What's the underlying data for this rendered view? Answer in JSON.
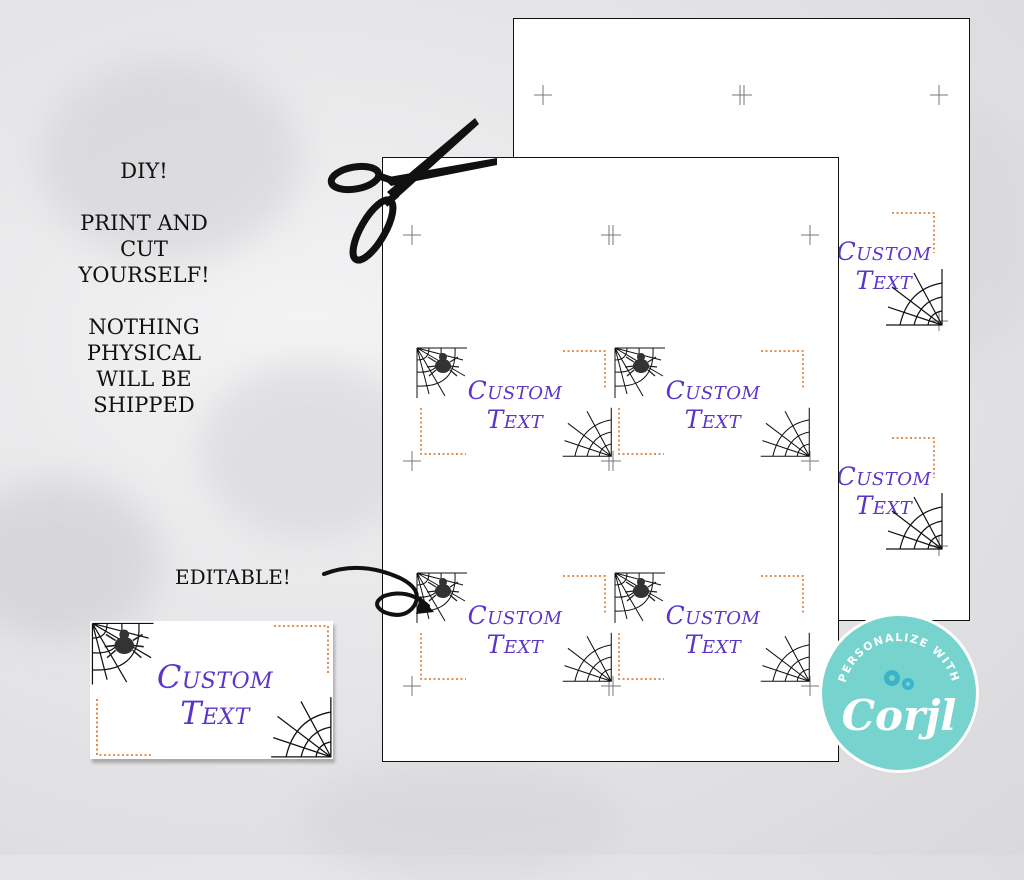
{
  "instructions": {
    "diy": "DIY!",
    "print": "PRINT AND\nCUT\nYOURSELF!",
    "nothing": "NOTHING\nPHYSICAL\nWILL BE\nSHIPPED"
  },
  "editable_label": "EDITABLE!",
  "card": {
    "line1": "Custom",
    "line2": "Text"
  },
  "badge": {
    "arc_text": "PERSONALIZE WITH",
    "brand": "Corjl"
  },
  "colors": {
    "text_purple": "#5b34c8",
    "frame_orange": "#e06a1b",
    "badge_teal": "#77d3ce"
  },
  "icons": [
    "scissors-icon",
    "arrow-icon",
    "spider-icon",
    "cobweb-icon",
    "gear-icon",
    "crop-mark-icon"
  ]
}
